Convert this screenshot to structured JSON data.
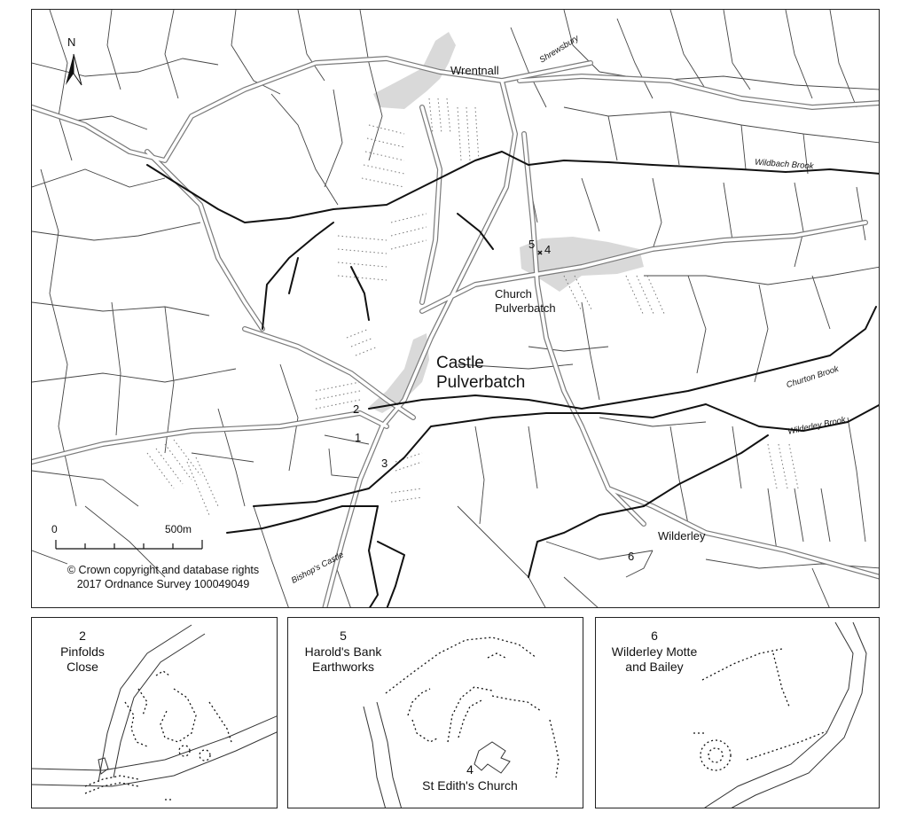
{
  "map": {
    "north_label": "N",
    "places": {
      "wrentnall": "Wrentnall",
      "church_pulverbatch_1": "Church",
      "church_pulverbatch_2": "Pulverbatch",
      "castle_pulverbatch_1": "Castle",
      "castle_pulverbatch_2": "Pulverbatch",
      "wilderley": "Wilderley"
    },
    "roads": {
      "shrewsbury": "Shrewsbury",
      "bishops_castle": "Bishop's Castle"
    },
    "brooks": {
      "wildbach": "Wildbach Brook",
      "churton": "Churton Brook",
      "wilderley": "Wilderley Brook"
    },
    "site_numbers": {
      "s1": "1",
      "s2": "2",
      "s3": "3",
      "s4": "4",
      "s5": "5",
      "s6": "6"
    },
    "scale": {
      "start": "0",
      "end": "500m"
    },
    "copyright_line1": "© Crown copyright and database rights",
    "copyright_line2": "2017 Ordnance Survey 100049049",
    "colors": {
      "settlement": "#d9d9d9",
      "road": "#ffffff",
      "road_casing": "#7a7a7a",
      "brook": "#111111",
      "field": "#444444"
    }
  },
  "insets": {
    "pinfolds": {
      "number": "2",
      "title_1": "Pinfolds",
      "title_2": "Close"
    },
    "harolds_bank": {
      "number": "5",
      "title_1": "Harold's Bank",
      "title_2": "Earthworks",
      "church_number": "4",
      "church_label": "St Edith's Church"
    },
    "wilderley_motte": {
      "number": "6",
      "title_1": "Wilderley Motte",
      "title_2": "and Bailey"
    }
  }
}
